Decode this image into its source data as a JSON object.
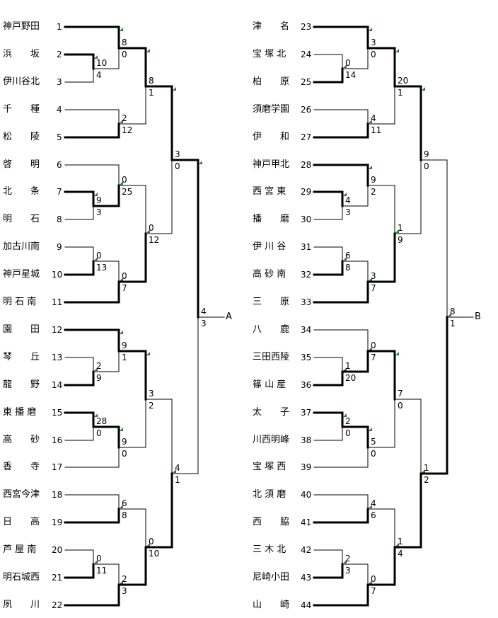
{
  "teams": [
    {
      "no": "1",
      "name": "神戸野田"
    },
    {
      "no": "2",
      "name": "浜　　坂"
    },
    {
      "no": "3",
      "name": "伊川谷北"
    },
    {
      "no": "4",
      "name": "千　　種"
    },
    {
      "no": "5",
      "name": "松　　陵"
    },
    {
      "no": "6",
      "name": "啓　　明"
    },
    {
      "no": "7",
      "name": "北　　条"
    },
    {
      "no": "8",
      "name": "明　　石"
    },
    {
      "no": "9",
      "name": "加古川南"
    },
    {
      "no": "10",
      "name": "神戸星城"
    },
    {
      "no": "11",
      "name": "明 石 南"
    },
    {
      "no": "12",
      "name": "園　　田"
    },
    {
      "no": "13",
      "name": "琴　　丘"
    },
    {
      "no": "14",
      "name": "龍　　野"
    },
    {
      "no": "15",
      "name": "東 播 磨"
    },
    {
      "no": "16",
      "name": "高　　砂"
    },
    {
      "no": "17",
      "name": "香　　寺"
    },
    {
      "no": "18",
      "name": "西宮今津"
    },
    {
      "no": "19",
      "name": "日　　高"
    },
    {
      "no": "20",
      "name": "芦 屋 南"
    },
    {
      "no": "21",
      "name": "明石城西"
    },
    {
      "no": "22",
      "name": "夙　　川"
    },
    {
      "no": "23",
      "name": "津　　名"
    },
    {
      "no": "24",
      "name": "宝 塚 北"
    },
    {
      "no": "25",
      "name": "柏　　原"
    },
    {
      "no": "26",
      "name": "須磨学園"
    },
    {
      "no": "27",
      "name": "伊　　和"
    },
    {
      "no": "28",
      "name": "神戸甲北"
    },
    {
      "no": "29",
      "name": "西 宮 東"
    },
    {
      "no": "30",
      "name": "播　　磨"
    },
    {
      "no": "31",
      "name": "伊 川 谷"
    },
    {
      "no": "32",
      "name": "高 砂 南"
    },
    {
      "no": "33",
      "name": "三　　原"
    },
    {
      "no": "34",
      "name": "八　　鹿"
    },
    {
      "no": "35",
      "name": "三田西陵"
    },
    {
      "no": "36",
      "name": "篠 山 産"
    },
    {
      "no": "37",
      "name": "太　　子"
    },
    {
      "no": "38",
      "name": "川西明峰"
    },
    {
      "no": "39",
      "name": "宝 塚 西"
    },
    {
      "no": "40",
      "name": "北 須 磨"
    },
    {
      "no": "41",
      "name": "西　　脇"
    },
    {
      "no": "42",
      "name": "三 木 北"
    },
    {
      "no": "43",
      "name": "尼崎小田"
    },
    {
      "no": "44",
      "name": "山　　崎"
    }
  ],
  "finals": {
    "left": "A",
    "right": "B"
  },
  "left_matches": [
    {
      "t": "2-3",
      "top": "10",
      "bot": "4"
    },
    {
      "t": "1-W",
      "top": "8",
      "bot": "0"
    },
    {
      "t": "4-5",
      "top": "2",
      "bot": "12"
    },
    {
      "t": "R1-R2",
      "top": "8",
      "bot": "1"
    },
    {
      "t": "7-8",
      "top": "9",
      "bot": "3"
    },
    {
      "t": "6-W",
      "top": "0",
      "bot": "25"
    },
    {
      "t": "9-10",
      "top": "0",
      "bot": "13"
    },
    {
      "t": "W-11",
      "top": "0",
      "bot": "7"
    },
    {
      "t": "Q1-Q2",
      "top": "0",
      "bot": "12"
    },
    {
      "t": "S1",
      "top": "3",
      "bot": "0"
    },
    {
      "t": "13-14",
      "top": "2",
      "bot": "9"
    },
    {
      "t": "12-W",
      "top": "9",
      "bot": "1"
    },
    {
      "t": "15-16",
      "top": "28",
      "bot": "0"
    },
    {
      "t": "W-17",
      "top": "9",
      "bot": "0"
    },
    {
      "t": "Q3",
      "top": "3",
      "bot": "2"
    },
    {
      "t": "18-19",
      "top": "6",
      "bot": "8"
    },
    {
      "t": "20-21",
      "top": "0",
      "bot": "11"
    },
    {
      "t": "W-22",
      "top": "2",
      "bot": "3"
    },
    {
      "t": "Q4",
      "top": "0",
      "bot": "10"
    },
    {
      "t": "S2",
      "top": "4",
      "bot": "1"
    },
    {
      "t": "F",
      "top": "4",
      "bot": "3"
    }
  ],
  "right_matches": [
    {
      "t": "24-25",
      "top": "0",
      "bot": "14"
    },
    {
      "t": "23-W",
      "top": "3",
      "bot": "0"
    },
    {
      "t": "26-27",
      "top": "4",
      "bot": "11"
    },
    {
      "t": "R1",
      "top": "20",
      "bot": "1"
    },
    {
      "t": "29-30",
      "top": "4",
      "bot": "3"
    },
    {
      "t": "28-W",
      "top": "9",
      "bot": "2"
    },
    {
      "t": "31-32",
      "top": "6",
      "bot": "8"
    },
    {
      "t": "W-33",
      "top": "3",
      "bot": "7"
    },
    {
      "t": "Q2",
      "top": "1",
      "bot": "9"
    },
    {
      "t": "S1",
      "top": "9",
      "bot": "0"
    },
    {
      "t": "35-36",
      "top": "1",
      "bot": "20"
    },
    {
      "t": "34-W",
      "top": "0",
      "bot": "7"
    },
    {
      "t": "37-38",
      "top": "2",
      "bot": "0"
    },
    {
      "t": "W-39",
      "top": "5",
      "bot": "0"
    },
    {
      "t": "Q3",
      "top": "7",
      "bot": "0"
    },
    {
      "t": "40-41",
      "top": "4",
      "bot": "6"
    },
    {
      "t": "42-43",
      "top": "2",
      "bot": "3"
    },
    {
      "t": "W-44",
      "top": "0",
      "bot": "7"
    },
    {
      "t": "Q4",
      "top": "1",
      "bot": "4"
    },
    {
      "t": "S2",
      "top": "1",
      "bot": "2"
    },
    {
      "t": "F",
      "top": "8",
      "bot": "1"
    }
  ]
}
